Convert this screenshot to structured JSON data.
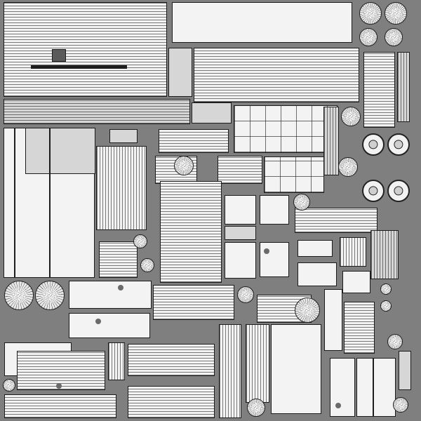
{
  "texture": {
    "kind": "uv-wireframe-atlas",
    "background_color": "#7f7f7f",
    "stroke_color": "#1c1c1c",
    "fill_light": "#f3f3f3",
    "fill_mid": "#d6d6d6",
    "fill_dark": "#5a5a5a"
  },
  "regions": [
    "top-left-panel",
    "top-long-plank",
    "top-right-wheels",
    "top-mid-panel",
    "left-tall-panel",
    "center-grid-panel",
    "center-body-block",
    "center-right-panels",
    "bottom-left-stairs",
    "bottom-mid-strips",
    "bottom-center-columns",
    "bottom-right-boxes",
    "right-column-parts"
  ],
  "circles": [
    "wheel-tr-1",
    "wheel-tr-2",
    "wheel-tr-3",
    "wheel-tr-4",
    "wheel-left-1",
    "wheel-left-2",
    "wheel-right-1",
    "wheel-right-2",
    "wheel-right-3",
    "wheel-right-4",
    "wheel-right-5",
    "wheel-center-1",
    "wheel-center-2",
    "wheel-bottom-1",
    "wheel-bottom-2",
    "wheel-bottom-3"
  ]
}
